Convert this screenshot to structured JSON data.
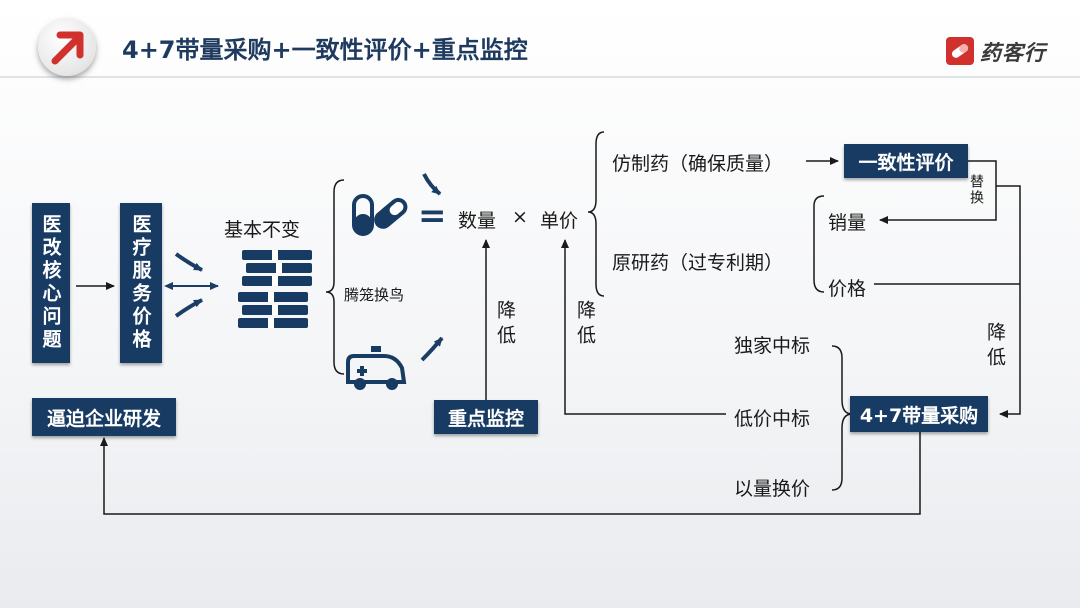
{
  "header": {
    "title": "4+7带量采购+一致性评价+重点监控",
    "brand": "药客行"
  },
  "boxes": {
    "reform_core": "医改核心问题",
    "service_price": "医疗服务价格",
    "force_rd": "逼迫企业研发",
    "key_monitor": "重点监控",
    "consistency": "一致性评价",
    "procurement": "4+7带量采购"
  },
  "labels": {
    "unchanged": "基本不变",
    "swap": "腾笼换鸟",
    "equals": "=",
    "quantity": "数量",
    "times": "×",
    "unit_price": "单价",
    "generic": "仿制药（确保质量）",
    "original": "原研药（过专利期）",
    "sales": "销量",
    "price": "价格",
    "replace": "替换",
    "reduce1": "降低",
    "reduce2": "降低",
    "reduce3": "降低",
    "exclusive_bid": "独家中标",
    "low_price_bid": "低价中标",
    "volume_for_price": "以量换价"
  },
  "colors": {
    "navy": "#183b63",
    "arrow": "#1b3d66",
    "accent_red": "#d0312d"
  }
}
